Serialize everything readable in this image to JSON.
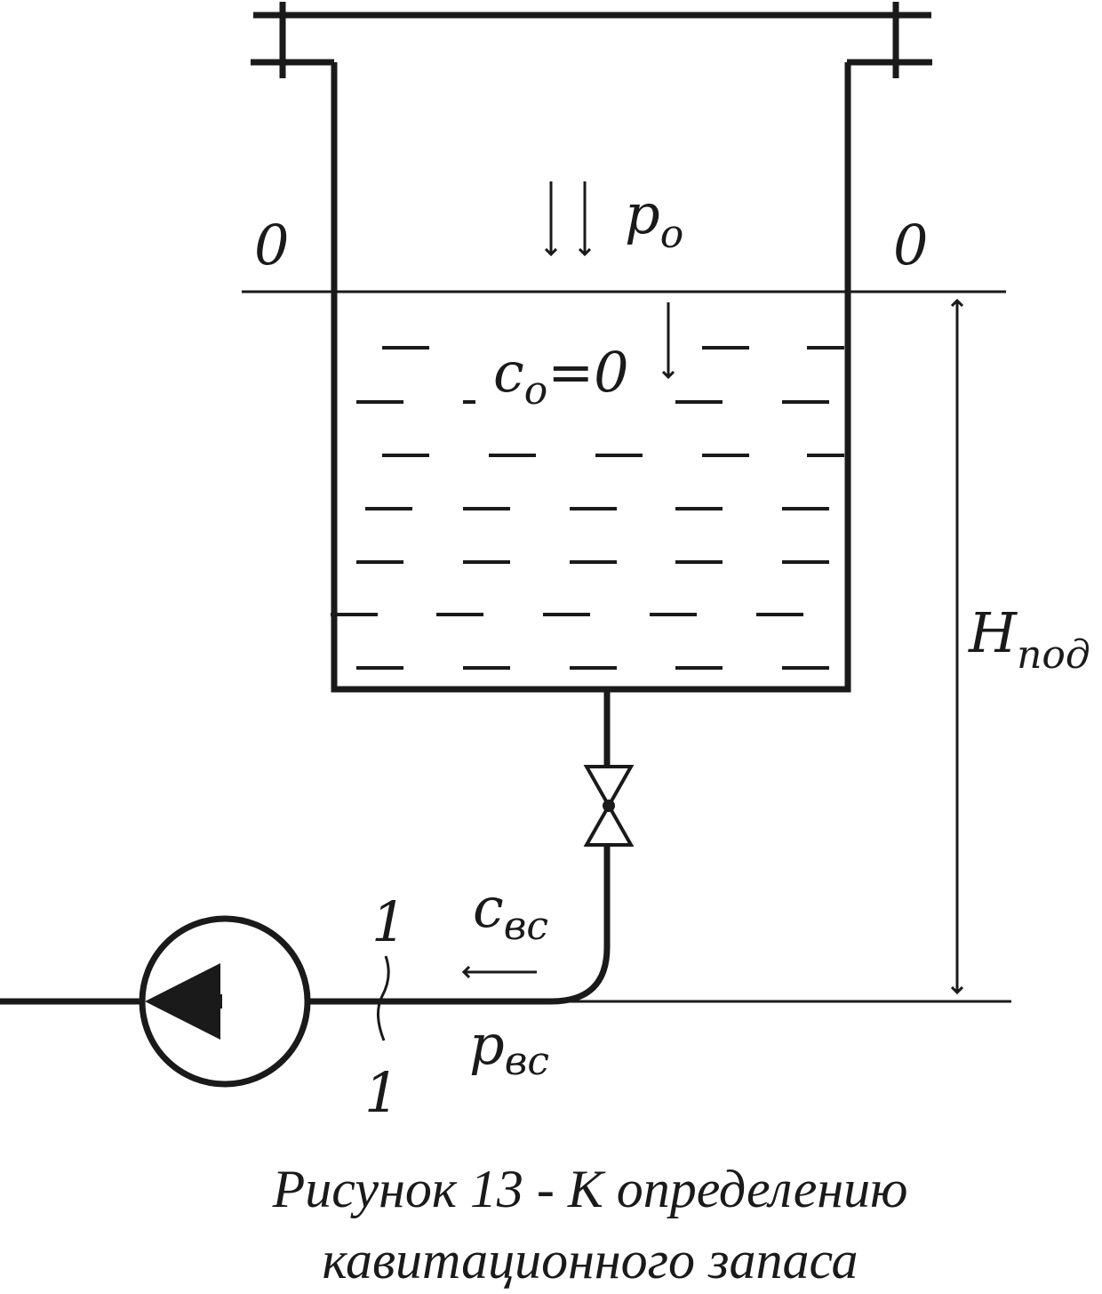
{
  "labels": {
    "section_0_left": "0",
    "section_0_right": "0",
    "pressure_top": {
      "main": "p",
      "sub": "o"
    },
    "velocity_top": {
      "main": "c",
      "sub": "o",
      "rest": "=0"
    },
    "height": {
      "main": "H",
      "sub": "под"
    },
    "section_1_top": "1",
    "section_1_bottom": "1",
    "velocity_inlet": {
      "main": "c",
      "sub": "вс"
    },
    "pressure_inlet": {
      "main": "p",
      "sub": "вс"
    }
  },
  "caption": {
    "line1": "Рисунок 13 - К определению",
    "line2": "кавитационного запаса"
  }
}
